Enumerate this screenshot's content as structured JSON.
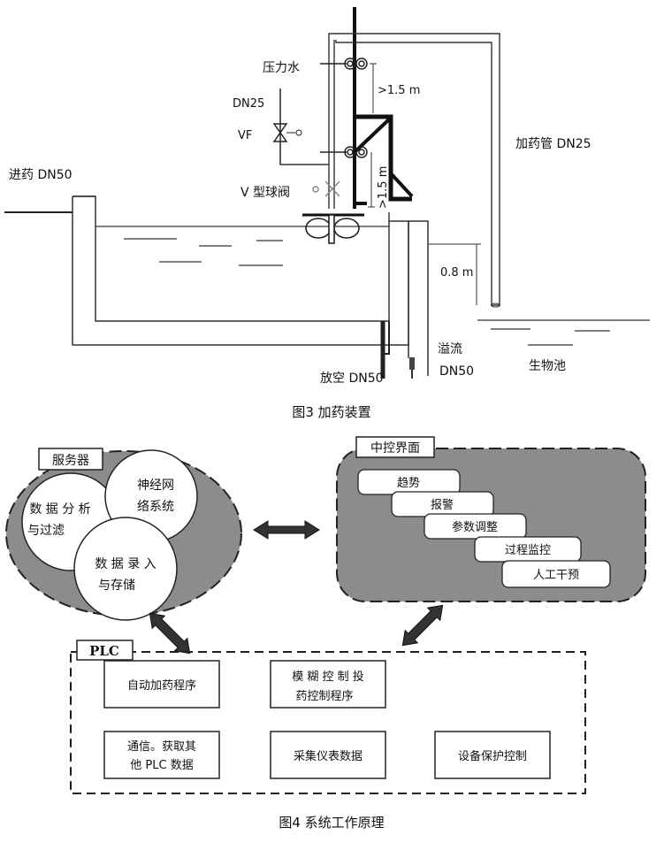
{
  "figure3": {
    "caption": "图3  加药装置",
    "labels": {
      "pressure_water": "压力水",
      "dn25": "DN25",
      "vf": "VF",
      "inlet": "进药 DN50",
      "v_ball_valve": "V 型球阀",
      "dosing_pipe": "加药管 DN25",
      "gt15_top": ">1.5 m",
      "gt15_side": ">1.5 m",
      "depth": "0.8 m",
      "overflow_1": "溢流",
      "overflow_2": "DN50",
      "drain": "放空 DN50",
      "bio_tank": "生物池"
    }
  },
  "figure4": {
    "caption": "图4  系统工作原理",
    "server": {
      "title": "服务器",
      "circle_data_1": "数 据 分 析",
      "circle_data_2": "与过滤",
      "circle_nn_1": "神经网",
      "circle_nn_2": "络系统",
      "circle_entry_1": "数 据 录 入",
      "circle_entry_2": "与存储"
    },
    "control": {
      "title": "中控界面",
      "items": [
        "趋势",
        "报警",
        "参数调整",
        "过程监控",
        "人工干预"
      ]
    },
    "plc": {
      "title": "PLC",
      "box_auto": "自动加药程序",
      "box_fuzzy_1": "模 糊 控 制 投",
      "box_fuzzy_2": "药控制程序",
      "box_comm_1": "通信。获取其",
      "box_comm_2": "他 PLC 数据",
      "box_collect": "采集仪表数据",
      "box_protect": "设备保护控制"
    }
  }
}
